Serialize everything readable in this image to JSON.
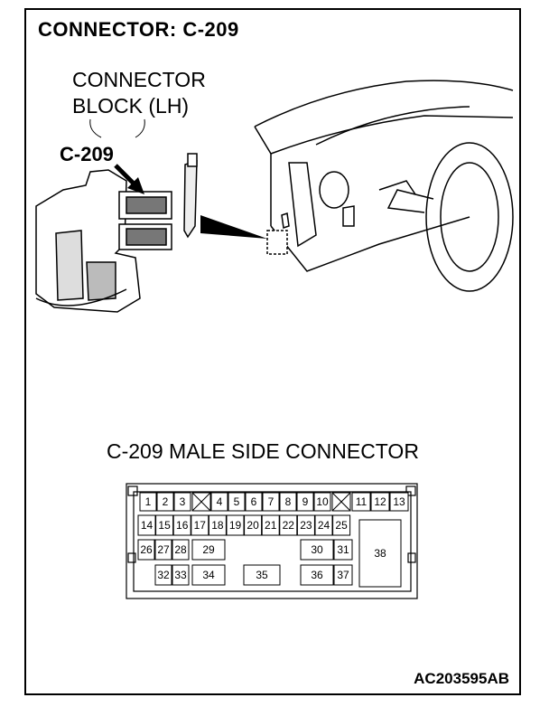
{
  "title": "CONNECTOR: C-209",
  "block_label_line1": "CONNECTOR",
  "block_label_line2": "BLOCK (LH)",
  "callout": "C-209",
  "connector_title": "C-209 MALE SIDE CONNECTOR",
  "figure_code": "AC203595AB",
  "pins": [
    "1",
    "2",
    "3",
    "4",
    "5",
    "6",
    "7",
    "8",
    "9",
    "10",
    "11",
    "12",
    "13",
    "14",
    "15",
    "16",
    "17",
    "18",
    "19",
    "20",
    "21",
    "22",
    "23",
    "24",
    "25",
    "26",
    "27",
    "28",
    "29",
    "30",
    "31",
    "32",
    "33",
    "34",
    "35",
    "36",
    "37",
    "38"
  ]
}
